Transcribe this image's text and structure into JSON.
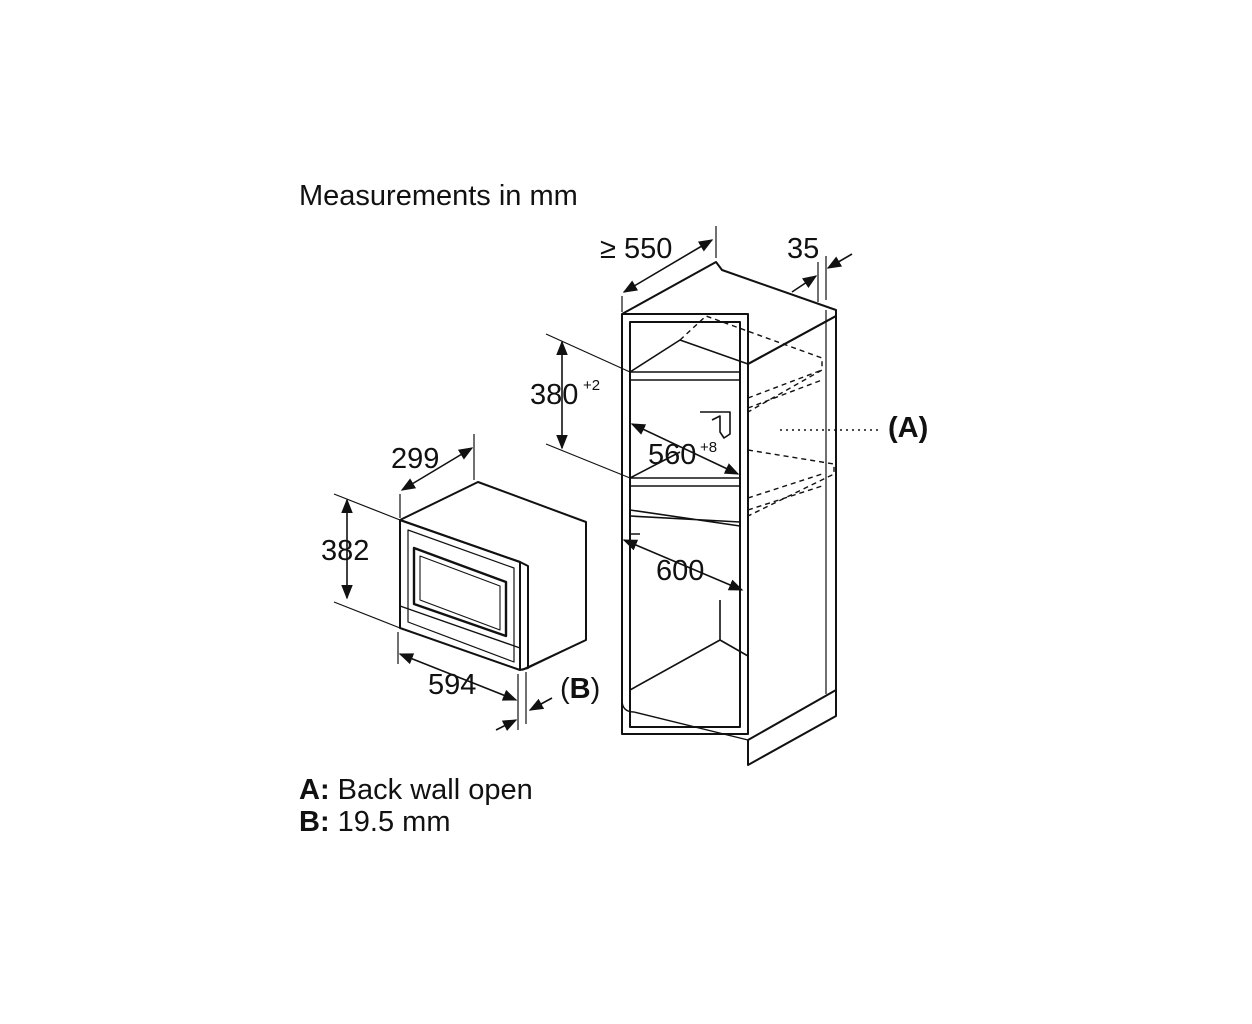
{
  "title": "Measurements in mm",
  "dimensions": {
    "cabinet_depth": "≥ 550",
    "cabinet_side": "35",
    "niche_height": "380",
    "niche_height_tol": "+2",
    "niche_width": "560",
    "niche_width_tol": "+8",
    "inner_width": "600",
    "appliance_depth": "299",
    "appliance_height": "382",
    "appliance_width": "594"
  },
  "markers": {
    "a": "(A)",
    "b_open": "(",
    "b_letter": "B",
    "b_close": ")"
  },
  "legend": {
    "a_key": "A:",
    "a_text": "Back wall open",
    "b_key": "B:",
    "b_text": "19.5 mm"
  },
  "colors": {
    "line": "#111111",
    "background": "#ffffff"
  }
}
